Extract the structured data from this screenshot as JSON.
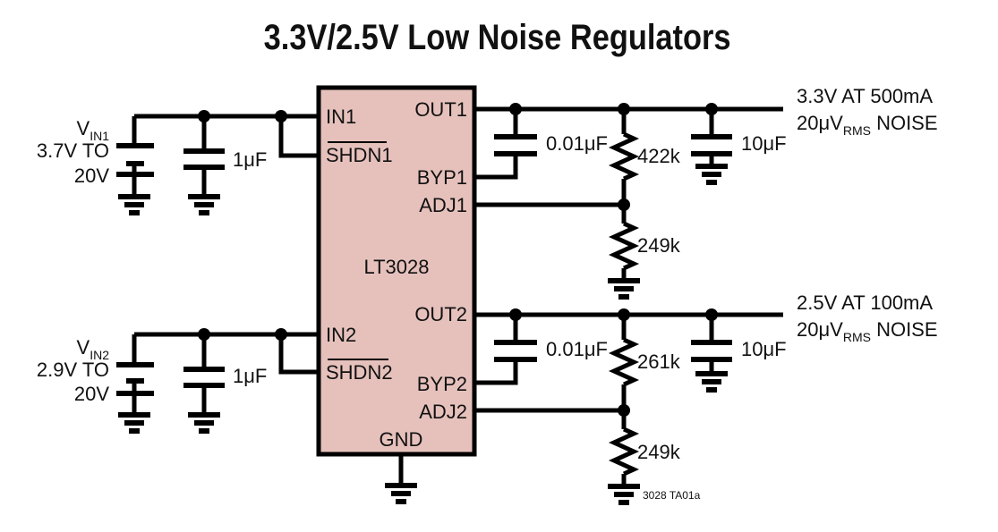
{
  "title": "3.3V/2.5V Low Noise Regulators",
  "ic": {
    "fill": "#e6c1bc",
    "part": "LT3028",
    "pins": {
      "in1": "IN1",
      "shdn1": "SHDN1",
      "out1": "OUT1",
      "byp1": "BYP1",
      "adj1": "ADJ1",
      "in2": "IN2",
      "shdn2": "SHDN2",
      "out2": "OUT2",
      "byp2": "BYP2",
      "adj2": "ADJ2",
      "gnd": "GND"
    }
  },
  "inputs": [
    {
      "v": "V",
      "sub": "IN1",
      "range1": "3.7V TO",
      "range2": "20V",
      "cap": "1μF"
    },
    {
      "v": "V",
      "sub": "IN2",
      "range1": "2.9V TO",
      "range2": "20V",
      "cap": "1μF"
    }
  ],
  "outputs": [
    {
      "line1": "3.3V AT 500mA",
      "noise_pre": "20μV",
      "noise_sub": "RMS",
      "noise_post": " NOISE",
      "byp_cap": "0.01μF",
      "r_top": "422k",
      "r_bot": "249k",
      "out_cap": "10μF"
    },
    {
      "line1": "2.5V AT 100mA",
      "noise_pre": "20μV",
      "noise_sub": "RMS",
      "noise_post": " NOISE",
      "byp_cap": "0.01μF",
      "r_top": "261k",
      "r_bot": "249k",
      "out_cap": "10μF"
    }
  ],
  "figure_ref": "3028 TA01a"
}
